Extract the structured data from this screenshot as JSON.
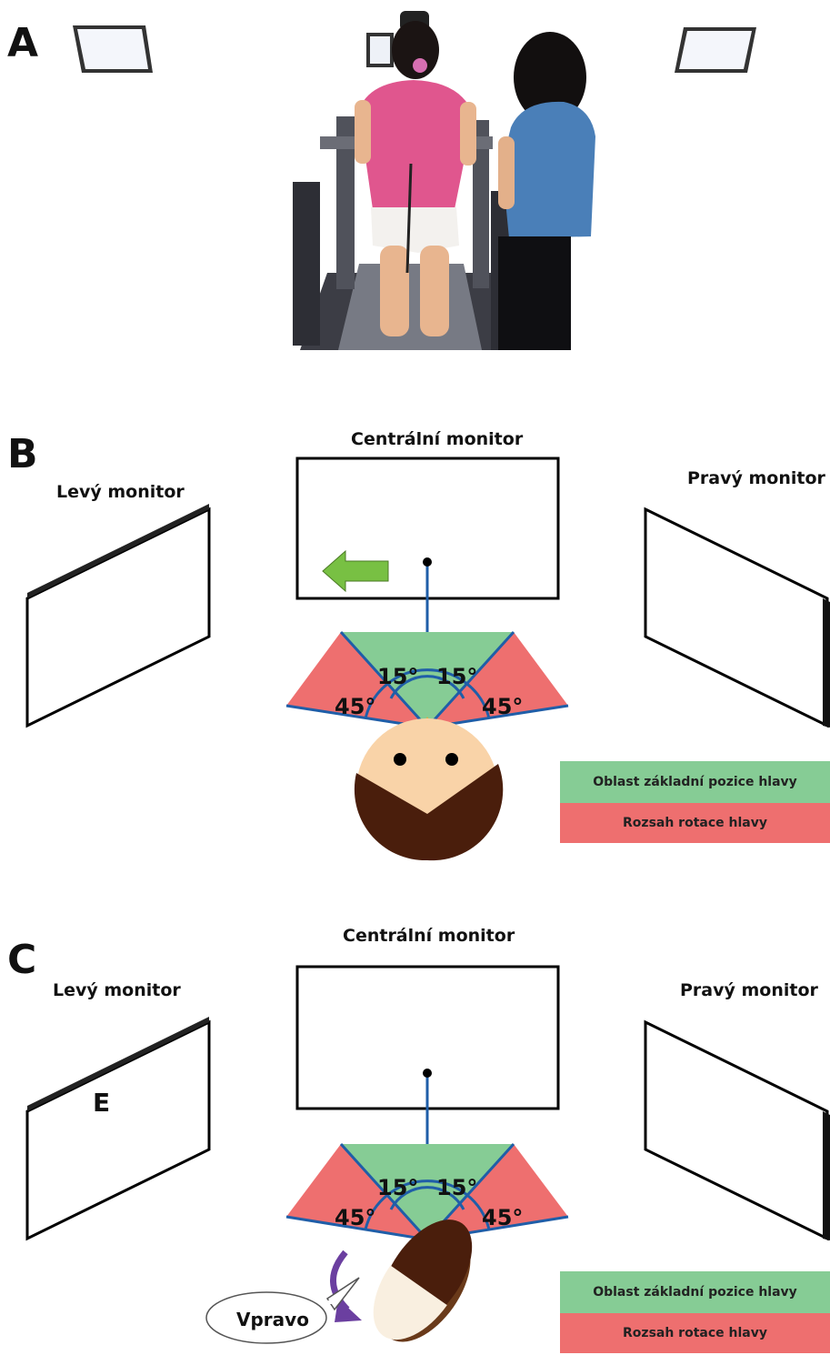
{
  "panels": {
    "a": {
      "letter": "A"
    },
    "b": {
      "letter": "B",
      "central_label": "Centrální monitor",
      "left_label": "Levý monitor",
      "right_label": "Pravý monitor",
      "angle_inner": "15°",
      "angle_outer": "45°"
    },
    "c": {
      "letter": "C",
      "central_label": "Centrální monitor",
      "left_label": "Levý monitor",
      "right_label": "Pravý monitor",
      "left_screen_letter": "E",
      "angle_inner": "15°",
      "angle_outer": "45°",
      "speech": "Vpravo"
    }
  },
  "legend": {
    "base_zone": "Oblast základní pozice hlavy",
    "rotation_range": "Rozsah rotace hlavy"
  },
  "colors": {
    "green_zone": "#86cc95",
    "red_zone": "#ee6f6f",
    "blue_line": "#1f5ea8",
    "arrow_green": "#78c043",
    "arrow_purple": "#6b3fa0",
    "skin": "#f9d3a8",
    "hair": "#4a1e0c"
  }
}
